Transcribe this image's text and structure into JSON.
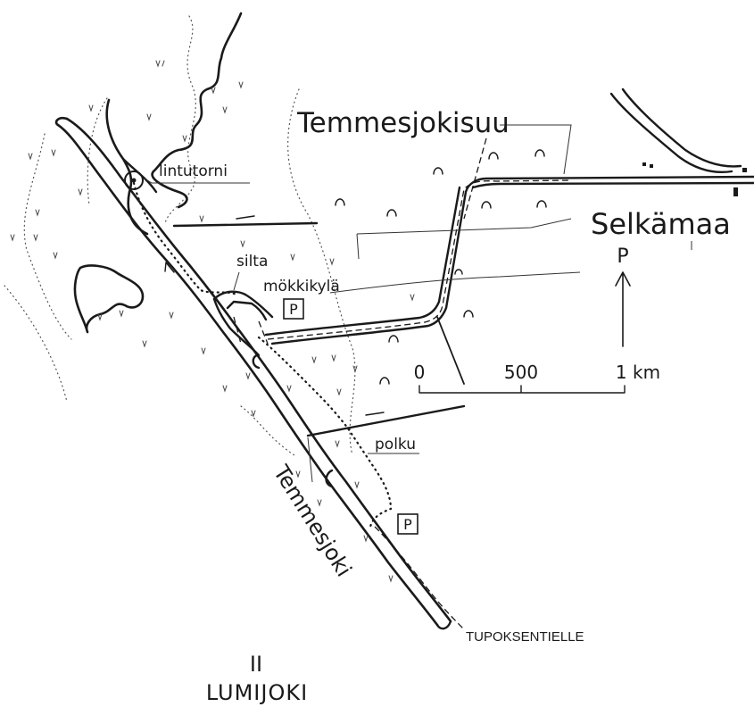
{
  "labels": {
    "temmesjokisuu": "Temmesjokisuu",
    "selkamaa": "Selkämaa",
    "lintutorni": "lintutorni",
    "silta": "silta",
    "mokkikyla": "mökkikylä",
    "polku": "polku",
    "temmesjoki": "Temmesjoki",
    "tupoksentielle": "TUPOKSENTIELLE"
  },
  "parking": {
    "symbol": "P"
  },
  "north_arrow": {
    "letter": "P"
  },
  "scale_bar": {
    "ticks": [
      "0",
      "500",
      "1 km"
    ]
  },
  "caption": {
    "number": "II",
    "place": "LUMIJOKI"
  },
  "colors": {
    "ink": "#1a1a1a",
    "paper": "#ffffff"
  }
}
